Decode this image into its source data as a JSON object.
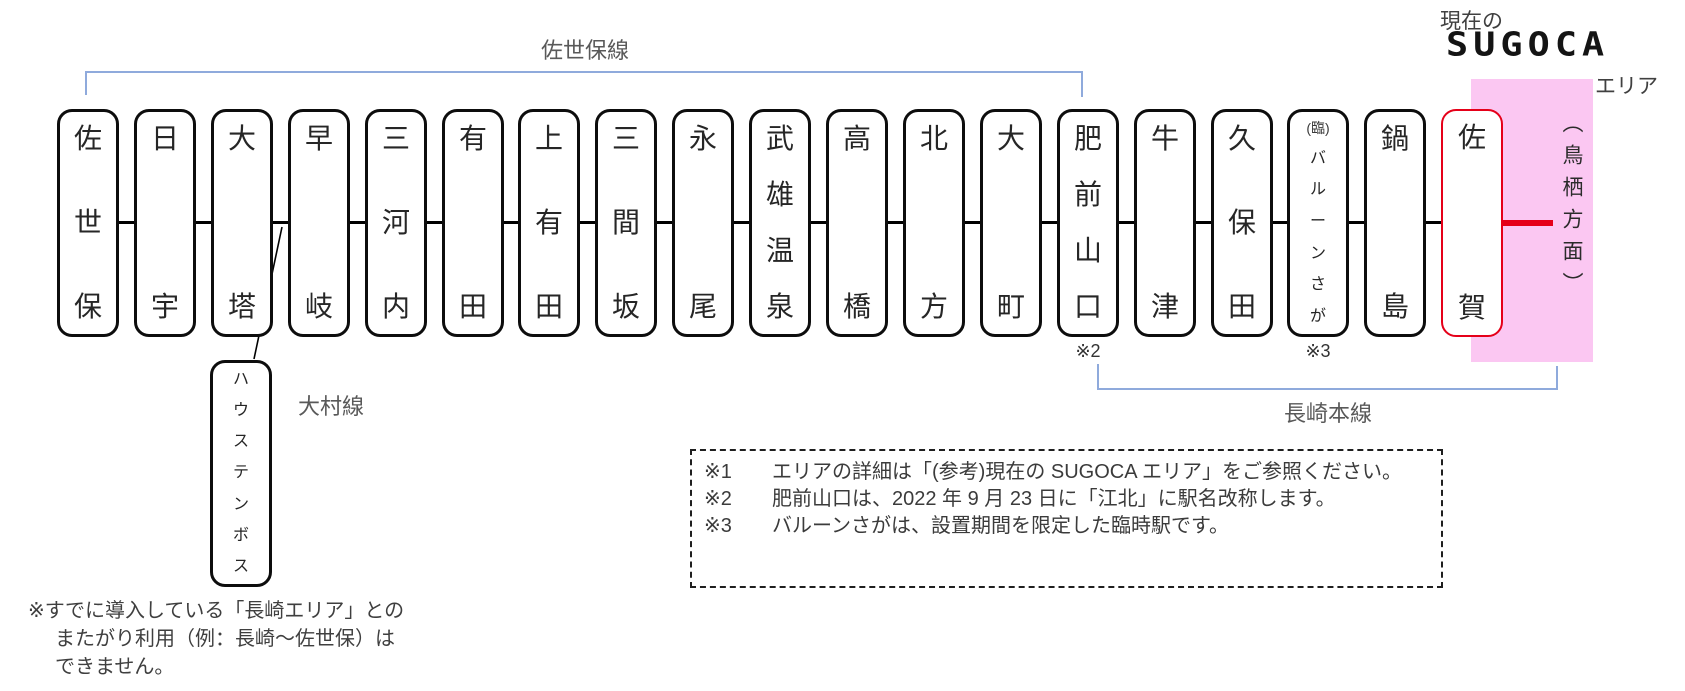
{
  "colors": {
    "bracket_blue": "#8FAADC",
    "area_pink": "#FBC7F2",
    "accent_red": "#E50019",
    "box_border": "#0D0D0D",
    "label_gray": "#595959",
    "text_dark": "#3B3B3B"
  },
  "header": {
    "current_prefix": "現在の",
    "logo": "SUGOCA",
    "area_suffix": "エリア"
  },
  "line_labels": {
    "sasebo": "佐世保線",
    "nagasaki": "長崎本線",
    "omura": "大村線"
  },
  "area": {
    "direction_note": "（鳥栖方面）"
  },
  "stations": [
    {
      "name": "佐世保"
    },
    {
      "name": "日宇"
    },
    {
      "name": "大塔"
    },
    {
      "name": "早岐"
    },
    {
      "name": "三河内"
    },
    {
      "name": "有田"
    },
    {
      "name": "上有田"
    },
    {
      "name": "三間坂"
    },
    {
      "name": "永尾"
    },
    {
      "name": "武雄温泉"
    },
    {
      "name": "高橋"
    },
    {
      "name": "北方"
    },
    {
      "name": "大町"
    },
    {
      "name": "肥前山口",
      "footnote": "※2"
    },
    {
      "name": "牛津"
    },
    {
      "name": "久保田"
    },
    {
      "name": "バルーンさが",
      "prefix": "(臨)",
      "footnote": "※3"
    },
    {
      "name": "鍋島"
    },
    {
      "name": "佐賀",
      "highlighted": true
    }
  ],
  "branch_station": {
    "name": "ハウステンボス"
  },
  "notes_box": {
    "items": [
      {
        "marker": "※1",
        "text": "エリアの詳細は「(参考)現在の SUGOCA エリア」をご参照ください。"
      },
      {
        "marker": "※2",
        "text": "肥前山口は、2022 年 9 月 23 日に「江北」に駅名改称します。"
      },
      {
        "marker": "※3",
        "text": "バルーンさがは、設置期間を限定した臨時駅です。"
      }
    ]
  },
  "bottom_note": {
    "line1": "※すでに導入している「長崎エリア」との",
    "line2": "またがり利用（例：長崎～佐世保）は",
    "line3": "できません。"
  }
}
